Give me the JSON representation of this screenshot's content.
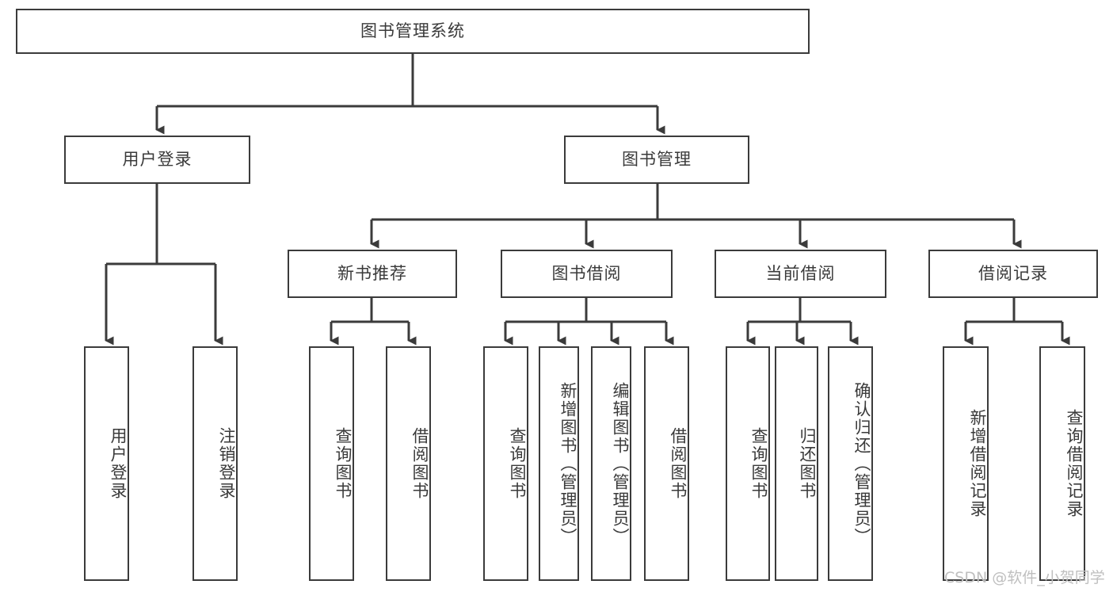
{
  "diagram": {
    "type": "tree-hierarchy",
    "title": "图书管理系统",
    "watermark": "CSDN @软件_小贺同学",
    "colors": {
      "box_border": "#3b3b3b",
      "box_fill": "#ffffff",
      "text": "#3a3a3a",
      "connector": "#3b3b3b",
      "watermark": "#bfbfbf",
      "background": "#ffffff"
    },
    "levels": {
      "root": {
        "label": "图书管理系统"
      },
      "level2": [
        {
          "label": "用户登录"
        },
        {
          "label": "图书管理"
        }
      ],
      "level3": [
        {
          "label": "新书推荐"
        },
        {
          "label": "图书借阅"
        },
        {
          "label": "当前借阅"
        },
        {
          "label": "借阅记录"
        }
      ],
      "leaves": {
        "user_login": [
          {
            "label": "用户登录"
          },
          {
            "label": "注销登录"
          }
        ],
        "new_book_recommend": [
          {
            "label": "查询图书"
          },
          {
            "label": "借阅图书"
          }
        ],
        "book_borrow": [
          {
            "label": "查询图书"
          },
          {
            "label": "新增图书（管理员）"
          },
          {
            "label": "编辑图书（管理员）"
          },
          {
            "label": "借阅图书"
          }
        ],
        "current_borrow": [
          {
            "label": "查询图书"
          },
          {
            "label": "归还图书"
          },
          {
            "label": "确认归还（管理员）"
          }
        ],
        "borrow_record": [
          {
            "label": "新增借阅记录"
          },
          {
            "label": "查询借阅记录"
          }
        ]
      }
    }
  }
}
